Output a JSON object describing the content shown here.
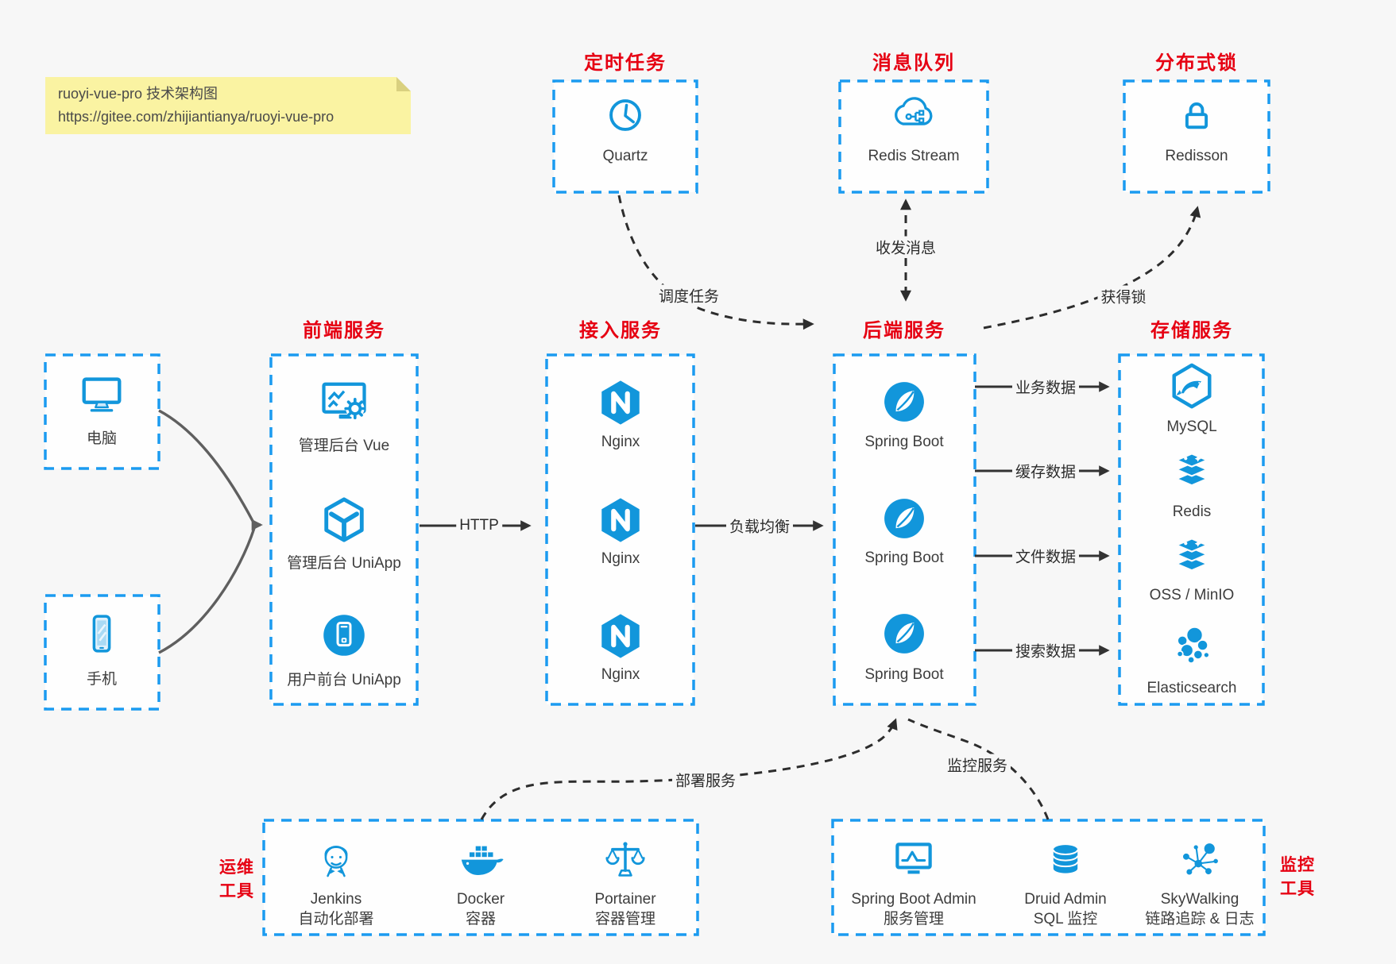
{
  "note": {
    "title": "ruoyi-vue-pro 技术架构图",
    "url": "https://gitee.com/zhijiantianya/ruoyi-vue-pro"
  },
  "titles": {
    "scheduler": "定时任务",
    "mq": "消息队列",
    "lock": "分布式锁",
    "frontend": "前端服务",
    "gateway": "接入服务",
    "backend": "后端服务",
    "storage": "存储服务",
    "devops_line1": "运维",
    "devops_line2": "工具",
    "monitor_line1": "监控",
    "monitor_line2": "工具"
  },
  "nodes": {
    "quartz": "Quartz",
    "redis_stream": "Redis Stream",
    "redisson": "Redisson",
    "pc": "电脑",
    "phone": "手机",
    "frontend": [
      "管理后台 Vue",
      "管理后台 UniApp",
      "用户前台 UniApp"
    ],
    "gateway": [
      "Nginx",
      "Nginx",
      "Nginx"
    ],
    "backend": [
      "Spring Boot",
      "Spring Boot",
      "Spring Boot"
    ],
    "storage": [
      "MySQL",
      "Redis",
      "OSS / MinIO",
      "Elasticsearch"
    ],
    "devops": [
      {
        "name": "Jenkins",
        "desc": "自动化部署"
      },
      {
        "name": "Docker",
        "desc": "容器"
      },
      {
        "name": "Portainer",
        "desc": "容器管理"
      }
    ],
    "monitor": [
      {
        "name": "Spring Boot Admin",
        "desc": "服务管理"
      },
      {
        "name": "Druid Admin",
        "desc": "SQL 监控"
      },
      {
        "name": "SkyWalking",
        "desc": "链路追踪 & 日志"
      }
    ]
  },
  "edges": {
    "http": "HTTP",
    "load_balance": "负载均衡",
    "schedule": "调度任务",
    "message": "收发消息",
    "lock": "获得锁",
    "business_data": "业务数据",
    "cache_data": "缓存数据",
    "file_data": "文件数据",
    "search_data": "搜索数据",
    "deploy": "部署服务",
    "monitoring": "监控服务"
  },
  "icons": {
    "quartz": "clock-icon",
    "redis_stream": "cloud-stream-icon",
    "redisson": "lock-icon",
    "pc": "monitor-icon",
    "phone": "smartphone-icon",
    "frontend": [
      "screen-gear-icon",
      "cube-icon",
      "circle-phone-icon"
    ],
    "gateway": "nginx-icon",
    "backend": "spring-icon",
    "storage": [
      "mysql-icon",
      "redis-stack-icon",
      "redis-stack-icon",
      "elasticsearch-icon"
    ],
    "devops": [
      "jenkins-icon",
      "docker-icon",
      "portainer-icon"
    ],
    "monitor": [
      "monitor-chart-icon",
      "database-icon",
      "skywalking-icon"
    ]
  },
  "colors": {
    "icon_blue": "#1296db",
    "border_blue": "#1b9bf0",
    "title_red": "#e60012",
    "note_bg": "#faf3a2",
    "canvas_bg": "#f7f7f7",
    "arrow_black": "#333333",
    "arrow_gray": "#666666"
  }
}
